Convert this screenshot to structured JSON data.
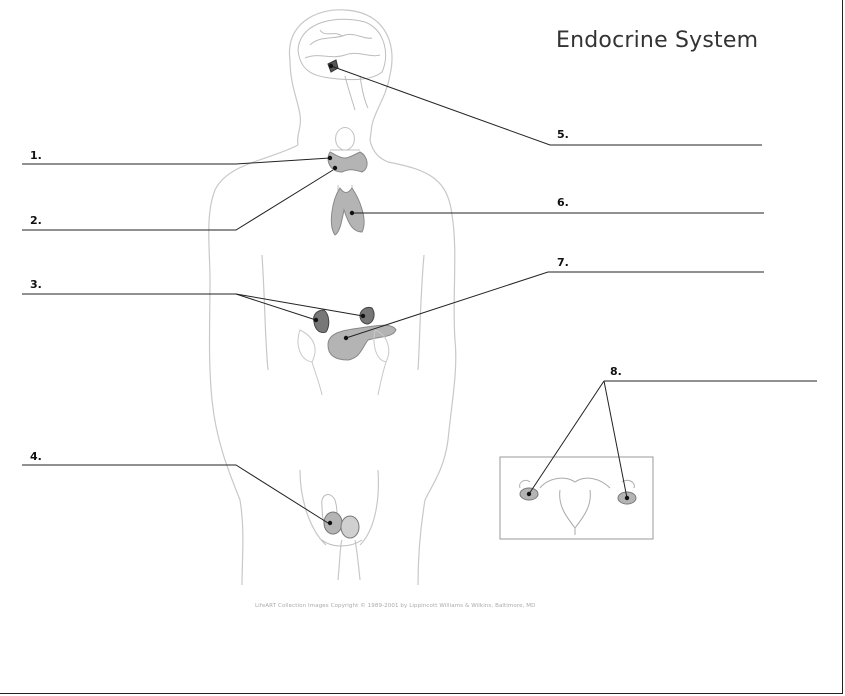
{
  "title": "Endocrine System",
  "labels": [
    "1.",
    "2.",
    "3.",
    "4.",
    "5.",
    "6.",
    "7.",
    "8."
  ],
  "copyright": "LifeART Collection Images Copyright © 1989-2001 by Lippincott Williams & Wilkins, Baltimore, MD",
  "colors": {
    "outline": "#c8c8c8",
    "organ_fill": "#b4b4b4",
    "organ_stroke": "#888888",
    "leader_line": "#222222",
    "dot": "#111111"
  }
}
